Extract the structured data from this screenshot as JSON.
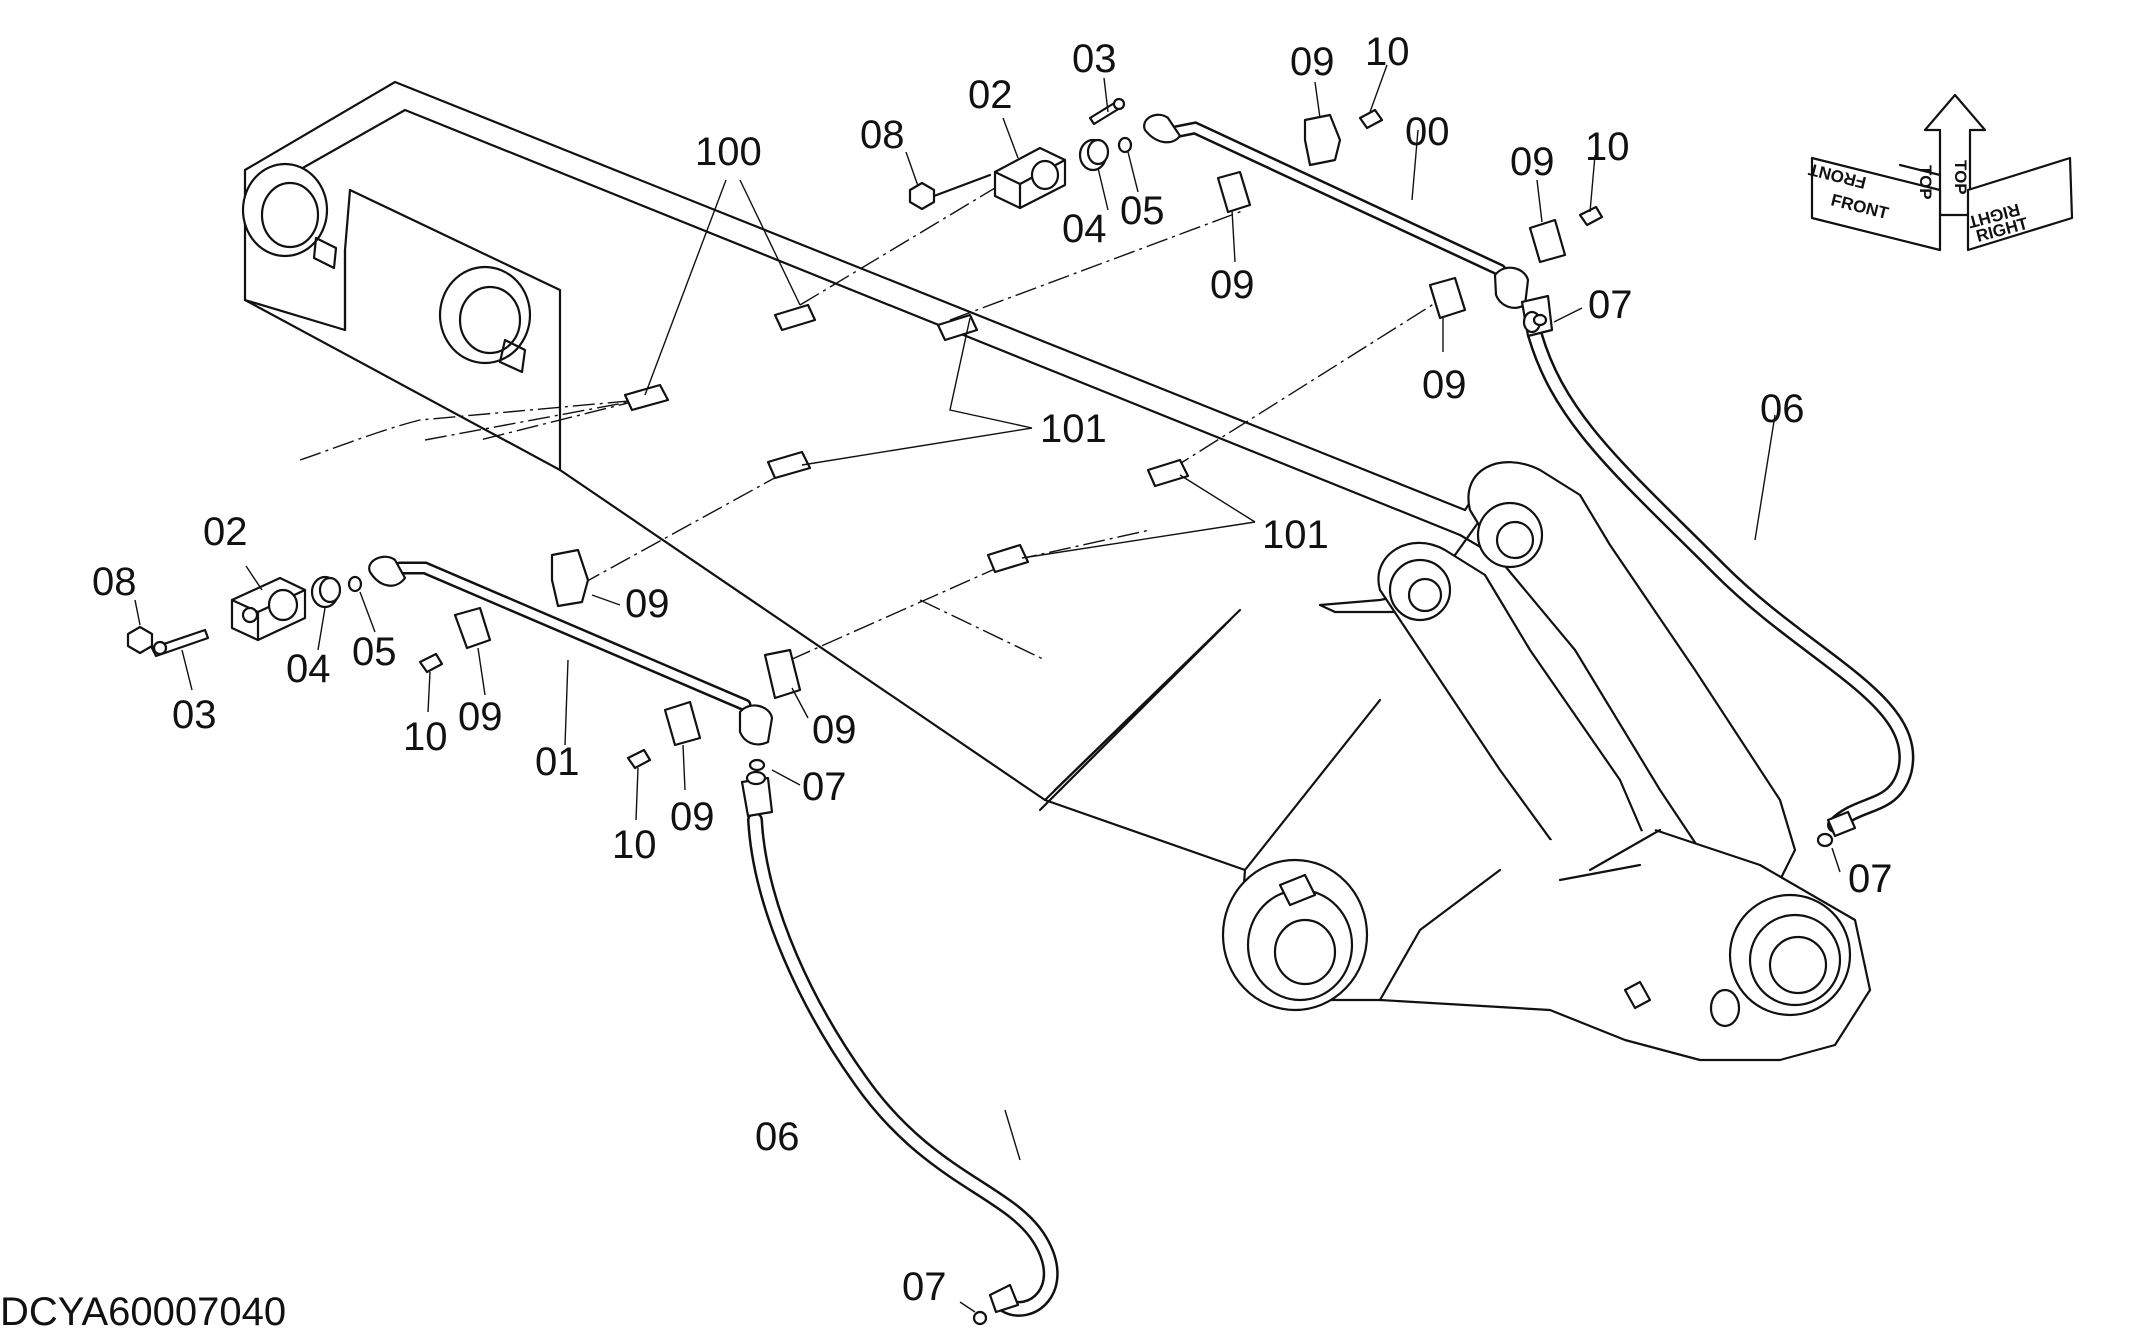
{
  "drawing_code": "DCYA60007040",
  "orientation": {
    "front": "FRONT",
    "top": "TOP",
    "right": "RIGHT"
  },
  "callouts": {
    "c00": "00",
    "c01": "01",
    "c02a": "02",
    "c02b": "02",
    "c03a": "03",
    "c03b": "03",
    "c04a": "04",
    "c04b": "04",
    "c05a": "05",
    "c05b": "05",
    "c06a": "06",
    "c06b": "06",
    "c07a": "07",
    "c07b": "07",
    "c07c": "07",
    "c07d": "07",
    "c08a": "08",
    "c08b": "08",
    "c09a": "09",
    "c09b": "09",
    "c09c": "09",
    "c09d": "09",
    "c09e": "09",
    "c09f": "09",
    "c09g": "09",
    "c09h": "09",
    "c10a": "10",
    "c10b": "10",
    "c10c": "10",
    "c10d": "10",
    "c100": "100",
    "c101a": "101",
    "c101b": "101"
  }
}
